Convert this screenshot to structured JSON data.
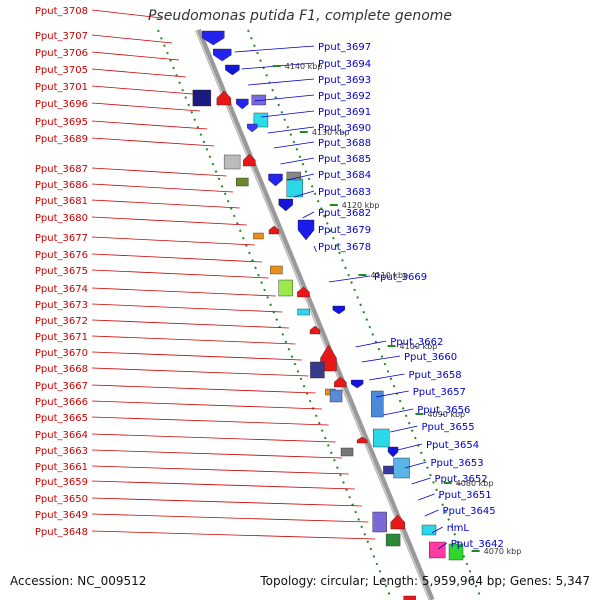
{
  "map": {
    "title": "Pseudomonas putida F1, complete genome",
    "accession": "Accession: NC_009512",
    "summary": "Topology: circular; Length: 5,959,964 bp; Genes: 5,347",
    "colors": {
      "left_labels": "#cc0000",
      "right_labels": "#0000cc",
      "backbone": "#999999",
      "ticks": "#228b22"
    },
    "kbp_ticks": [
      "4140 kbp",
      "4130 kbp",
      "4120 kbp",
      "4110 kbp",
      "4100 kbp",
      "4090 kbp",
      "4080 kbp",
      "4070 kbp"
    ],
    "left_labels": [
      "Pput_3708",
      "Pput_3707",
      "Pput_3706",
      "Pput_3705",
      "Pput_3701",
      "Pput_3696",
      "Pput_3695",
      "Pput_3689",
      "Pput_3687",
      "Pput_3686",
      "Pput_3681",
      "Pput_3680",
      "Pput_3677",
      "Pput_3676",
      "Pput_3675",
      "Pput_3674",
      "Pput_3673",
      "Pput_3672",
      "Pput_3671",
      "Pput_3670",
      "Pput_3668",
      "Pput_3667",
      "Pput_3666",
      "Pput_3665",
      "Pput_3664",
      "Pput_3663",
      "Pput_3661",
      "Pput_3659",
      "Pput_3650",
      "Pput_3649",
      "Pput_3648"
    ],
    "right_labels": [
      "Pput_3697",
      "Pput_3694",
      "Pput_3693",
      "Pput_3692",
      "Pput_3691",
      "Pput_3690",
      "Pput_3688",
      "Pput_3685",
      "Pput_3684",
      "Pput_3683",
      "Pput_3682",
      "Pput_3679",
      "Pput_3678",
      "Pput_3669",
      "Pput_3662",
      "Pput_3660",
      "Pput_3658",
      "Pput_3657",
      "Pput_3656",
      "Pput_3655",
      "Pput_3654",
      "Pput_3653",
      "Pput_3652",
      "Pput_3651",
      "Pput_3645",
      "rlmL",
      "Pput_3642"
    ]
  }
}
